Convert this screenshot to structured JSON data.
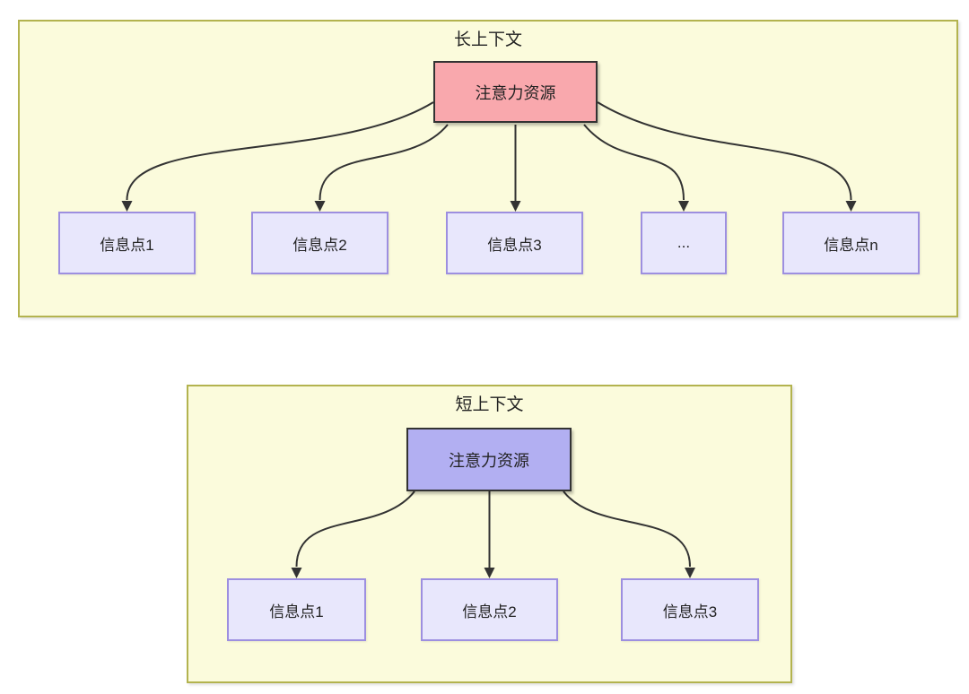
{
  "colors": {
    "container_bg": "#fbfbdc",
    "container_border": "#b3b34f",
    "attention_long_bg": "#f9a8ad",
    "attention_short_bg": "#b2aff2",
    "attention_border": "#333333",
    "info_bg": "#e8e7fc",
    "info_border": "#9d8fe0",
    "arrow": "#333333",
    "text": "#222222"
  },
  "long_context": {
    "title": "长上下文",
    "attention_label": "注意力资源",
    "info_points": [
      "信息点1",
      "信息点2",
      "信息点3",
      "...",
      "信息点n"
    ]
  },
  "short_context": {
    "title": "短上下文",
    "attention_label": "注意力资源",
    "info_points": [
      "信息点1",
      "信息点2",
      "信息点3"
    ]
  }
}
